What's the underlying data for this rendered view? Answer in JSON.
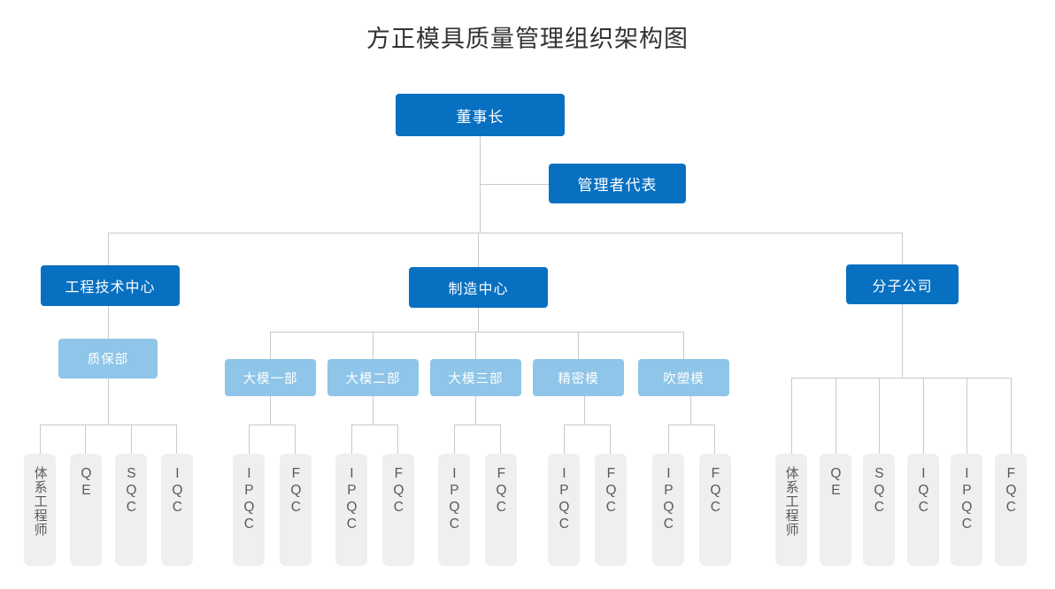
{
  "title": "方正模具质量管理组织架构图",
  "colors": {
    "primary": "#0870C0",
    "secondary": "#8EC5E8",
    "leaf_bg": "#EFEFEF",
    "connector": "#c9c9c9",
    "title_text": "#333333",
    "leaf_text": "#5a5a5a"
  },
  "nodes": {
    "chairman": {
      "label": "董事长"
    },
    "mgmt_rep": {
      "label": "管理者代表"
    },
    "eng_center": {
      "label": "工程技术中心"
    },
    "mfg_center": {
      "label": "制造中心"
    },
    "subsidiary": {
      "label": "分子公司"
    },
    "qa_dept": {
      "label": "质保部"
    },
    "big_mold_1": {
      "label": "大模一部"
    },
    "big_mold_2": {
      "label": "大模二部"
    },
    "big_mold_3": {
      "label": "大模三部"
    },
    "precision_mold": {
      "label": "精密模"
    },
    "blow_mold": {
      "label": "吹塑模"
    }
  },
  "leaves": {
    "qa": [
      {
        "label": "体系工程师",
        "script": "cjk"
      },
      {
        "label": "QE",
        "script": "latin"
      },
      {
        "label": "SQC",
        "script": "latin"
      },
      {
        "label": "IQC",
        "script": "latin"
      }
    ],
    "bm1": [
      {
        "label": "IPQC",
        "script": "latin"
      },
      {
        "label": "FQC",
        "script": "latin"
      }
    ],
    "bm2": [
      {
        "label": "IPQC",
        "script": "latin"
      },
      {
        "label": "FQC",
        "script": "latin"
      }
    ],
    "bm3": [
      {
        "label": "IPQC",
        "script": "latin"
      },
      {
        "label": "FQC",
        "script": "latin"
      }
    ],
    "precision": [
      {
        "label": "IPQC",
        "script": "latin"
      },
      {
        "label": "FQC",
        "script": "latin"
      }
    ],
    "blow": [
      {
        "label": "IPQC",
        "script": "latin"
      },
      {
        "label": "FQC",
        "script": "latin"
      }
    ],
    "subsidiary": [
      {
        "label": "体系工程师",
        "script": "cjk"
      },
      {
        "label": "QE",
        "script": "latin"
      },
      {
        "label": "SQC",
        "script": "latin"
      },
      {
        "label": "IQC",
        "script": "latin"
      },
      {
        "label": "IPQC",
        "script": "latin"
      },
      {
        "label": "FQC",
        "script": "latin"
      }
    ]
  }
}
